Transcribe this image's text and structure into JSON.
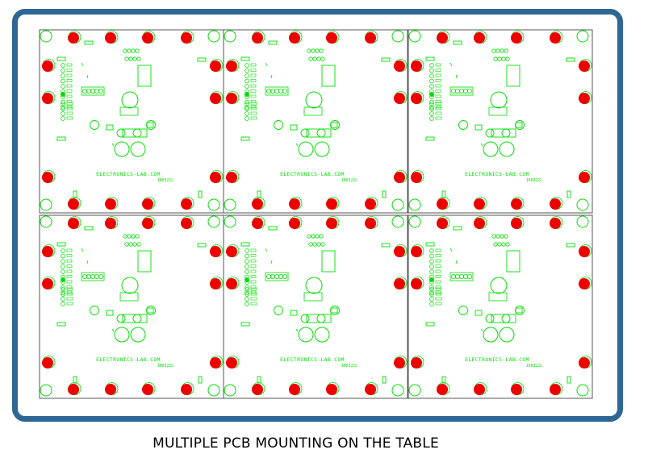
{
  "caption": "MULTIPLE PCB MOUNTING ON THE TABLE",
  "board": {
    "site_label": "ELECTRONICS-LAB.COM",
    "board_code": "160322L",
    "copies": 6,
    "layout": "2 rows x 3 columns"
  },
  "colors": {
    "frame": "#2e6694",
    "silkscreen": "#00dd00",
    "mounting_pad": "#ee0000",
    "board_outline": "#555555"
  }
}
